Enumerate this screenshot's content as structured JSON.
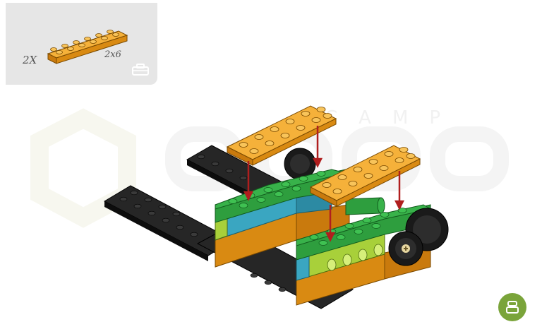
{
  "parts_panel": {
    "quantity": "2X",
    "part_size": "2x6",
    "part_icon": "orange-plate-2x6-icon",
    "extra_icon": "toolbox-icon"
  },
  "watermark": {
    "word": "CAMP",
    "shape_icon": "hexagon-logo-icon"
  },
  "assembly": {
    "icon": "robot-build-step-icon",
    "arrow_color": "#b01e1e",
    "colors": {
      "orange": "#f3a521",
      "green": "#2e9e3e",
      "black": "#1a1a1a",
      "blue": "#3aa6c1",
      "lime": "#a8d03a"
    }
  },
  "fab": {
    "icon": "toolbox-icon",
    "color": "#7aa43a"
  }
}
